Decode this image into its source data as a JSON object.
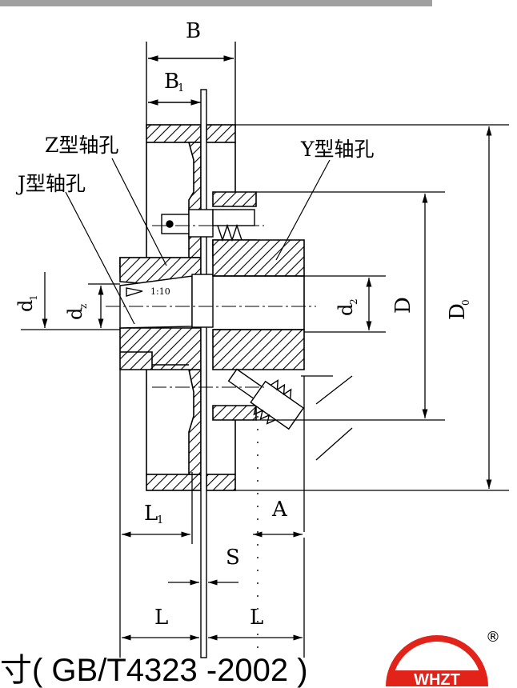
{
  "drawing": {
    "label_B": "B",
    "label_B1": "B",
    "label_B1_sub": "1",
    "label_z_hole": "Z型轴孔",
    "label_j_hole": "J型轴孔",
    "label_y_hole": "Y型轴孔",
    "label_taper": "1:10",
    "label_d1": "d",
    "label_d1_sub": "1",
    "label_dz": "d",
    "label_dz_sub": "z",
    "label_d2": "d",
    "label_d2_sub": "2",
    "label_D": "D",
    "label_D0": "D",
    "label_D0_sub": "0",
    "label_L1": "L",
    "label_L1_sub": "1",
    "label_A": "A",
    "label_S": "S",
    "label_L_left": "L",
    "label_L_right": "L"
  },
  "caption": {
    "text": "寸( GB/T4323 -2002 )"
  },
  "logo": {
    "text": "WHZT",
    "registered": "®",
    "color": "#e2231a"
  }
}
